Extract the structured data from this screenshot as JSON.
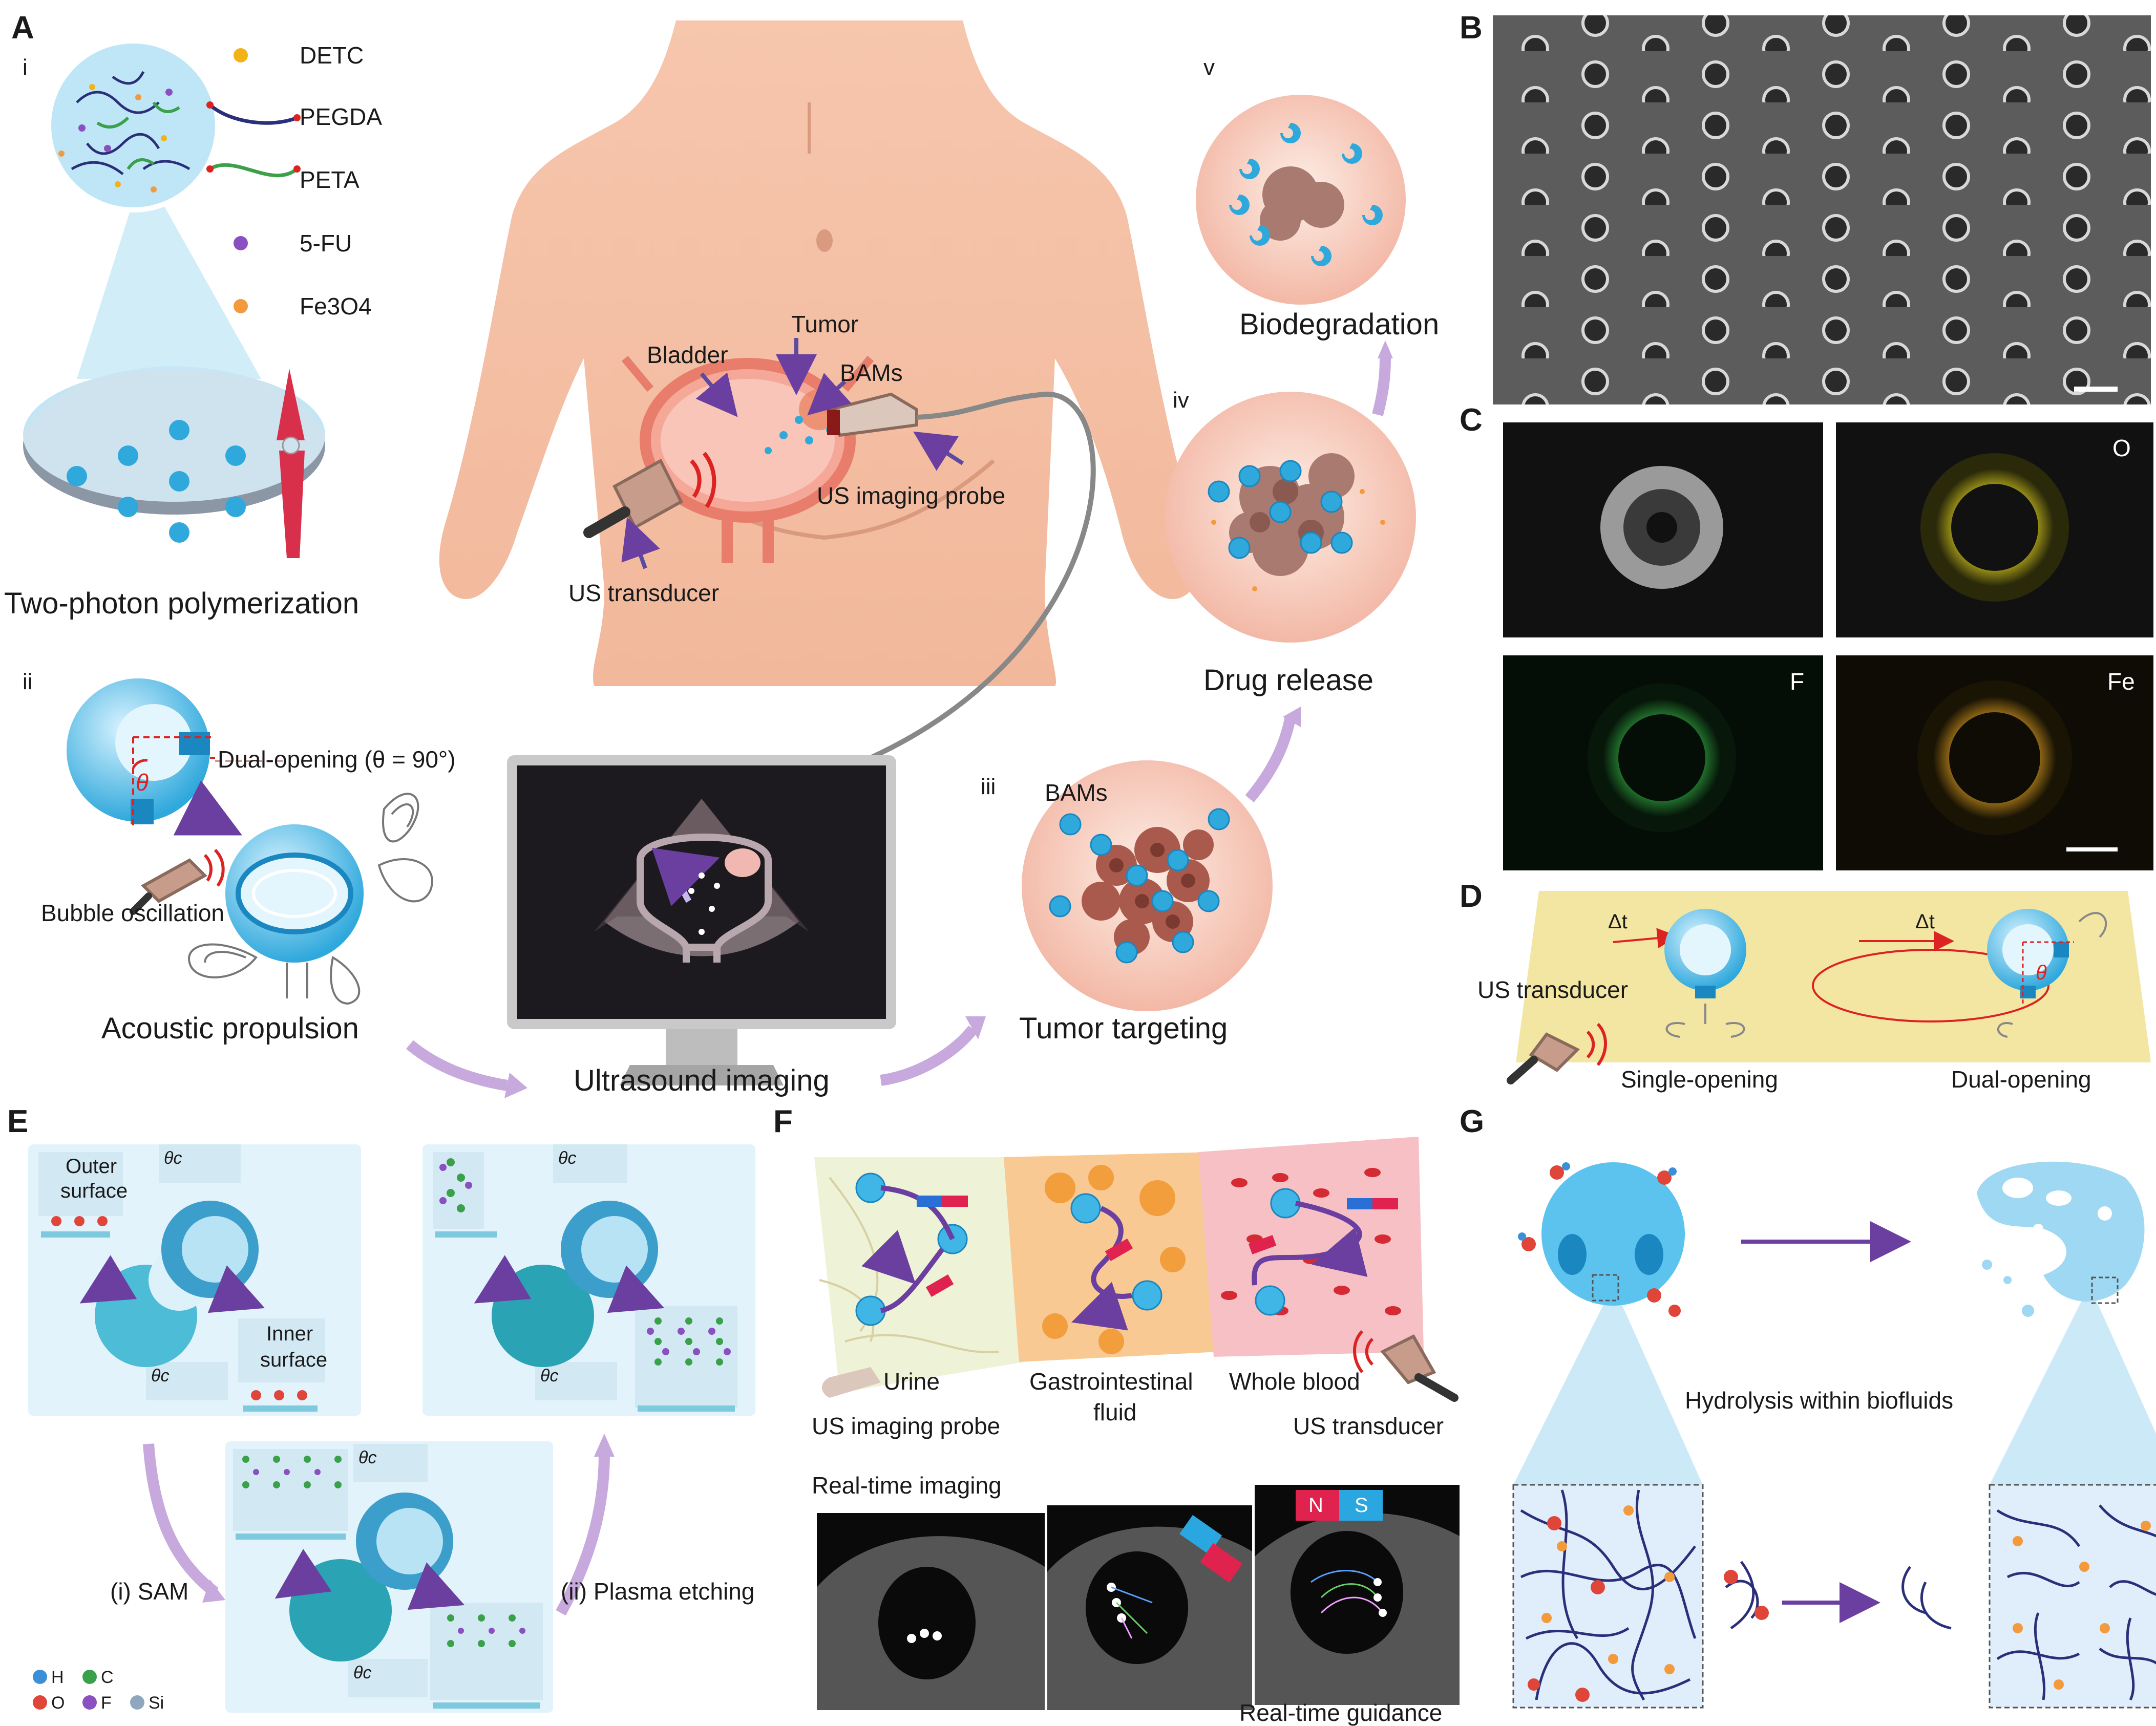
{
  "panels": {
    "A": "A",
    "B": "B",
    "C": "C",
    "D": "D",
    "E": "E",
    "F": "F",
    "G": "G"
  },
  "panel_a": {
    "steps": {
      "i": "i",
      "ii": "ii",
      "iii": "iii",
      "iv": "iv",
      "v": "v"
    },
    "legend": [
      {
        "label": "DETC",
        "color": "#f2b318"
      },
      {
        "label": "PEGDA",
        "color": "#2b2f7a"
      },
      {
        "label": "PETA",
        "color": "#3aa04a"
      },
      {
        "label": "5-FU",
        "color": "#8a4fc0"
      },
      {
        "label": "Fe3O4",
        "color": "#f39a3d"
      }
    ],
    "two_photon": "Two-photon polymerization",
    "dual_opening": "Dual-opening (θ = 90°)",
    "theta": "θ",
    "bubble_osc": "Bubble oscillation",
    "acoustic_prop": "Acoustic propulsion",
    "ultrasound_img": "Ultrasound imaging",
    "tumor_targeting": "Tumor targeting",
    "drug_release": "Drug release",
    "biodegradation": "Biodegradation",
    "bladder": "Bladder",
    "tumor": "Tumor",
    "bams_body": "BAMs",
    "us_imaging_probe": "US imaging probe",
    "us_transducer": "US transducer",
    "bams_circle": "BAMs"
  },
  "panel_c": {
    "o": "O",
    "f": "F",
    "fe": "Fe"
  },
  "panel_d": {
    "dt1": "Δt",
    "dt2": "Δt",
    "transducer": "US transducer",
    "single": "Single-opening",
    "dual": "Dual-opening",
    "theta": "θ"
  },
  "panel_e": {
    "outer1": "Outer",
    "outer2": "surface",
    "inner1": "Inner",
    "inner2": "surface",
    "theta_c": "θc",
    "sam": "(i) SAM",
    "plasma": "(ii) Plasma etching",
    "atoms": [
      {
        "label": "H",
        "color": "#3a8fd6"
      },
      {
        "label": "C",
        "color": "#3aa04a"
      },
      {
        "label": "O",
        "color": "#e0453a"
      },
      {
        "label": "F",
        "color": "#8a4fc0"
      },
      {
        "label": "Si",
        "color": "#8fa7bd"
      }
    ]
  },
  "panel_f": {
    "urine": "Urine",
    "gi1": "Gastrointestinal",
    "gi2": "fluid",
    "blood": "Whole blood",
    "probe": "US imaging probe",
    "transducer": "US transducer",
    "realtime_img": "Real-time imaging",
    "realtime_guide": "Real-time guidance",
    "n": "N",
    "s": "S"
  },
  "panel_g": {
    "hydrolysis": "Hydrolysis within biofluids"
  }
}
